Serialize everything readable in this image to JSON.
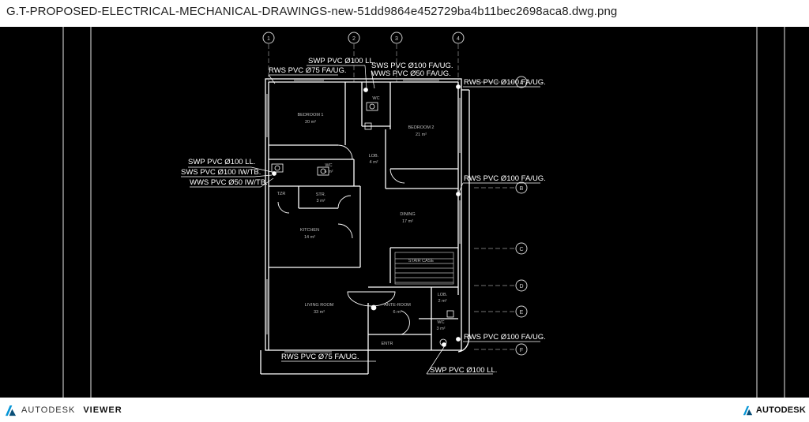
{
  "window": {
    "title": "G.T-PROPOSED-ELECTRICAL-MECHANICAL-DRAWINGS-new-51dd9864e452729ba4b11bec2698aca8.dwg.png"
  },
  "footer": {
    "brand_left": "AUTODESK",
    "brand_left_product": "VIEWER",
    "brand_right": "AUTODESK",
    "logo_icon": "autodesk-a-logo-icon"
  },
  "drawing": {
    "grid_numbers": [
      "1",
      "2",
      "3",
      "4"
    ],
    "grid_letters": [
      "A",
      "B",
      "C",
      "D",
      "E",
      "F"
    ],
    "pipe_labels": [
      "SWP PVC Ø100 LL.",
      "RWS PVC Ø75 FA/UG.",
      "SWS PVC Ø100 FA/UG.",
      "WWS PVC Ø50 FA/UG.",
      "RWS PVC Ø100 FA/UG.",
      "SWP PVC Ø100 LL.",
      "SWS PVC Ø100 IW/TB.",
      "WWS PVC Ø50 IW/TB.",
      "RWS PVC Ø100 FA/UG.",
      "RWS PVC Ø100 FA/UG.",
      "RWS PVC Ø75 FA/UG.",
      "SWP PVC Ø100 LL."
    ],
    "rooms": {
      "bedroom1": "BEDROOM 1",
      "bedroom1_area": "20 m²",
      "bedroom2": "BEDROOM 2",
      "bedroom2_area": "21 m²",
      "wc_top": "WC",
      "lobby": "LOB.",
      "lobby_area": "4 m²",
      "wc": "WC",
      "wc_area": "6 m²",
      "tzr": "TZR",
      "str": "STR.",
      "str_area": "3 m²",
      "kitchen": "KITCHEN",
      "kitchen_area": "14 m²",
      "dining": "DINING",
      "dining_area": "17 m²",
      "staircase": "STAIR CASE",
      "living": "LIVING ROOM",
      "living_area": "33 m²",
      "ante": "ANTE-ROOM",
      "ante_area": "6 m²",
      "lobby2": "LOB.",
      "lobby2_area": "2 m²",
      "wc2": "WC",
      "wc2_area": "3 m²",
      "entr": "ENTR"
    }
  }
}
